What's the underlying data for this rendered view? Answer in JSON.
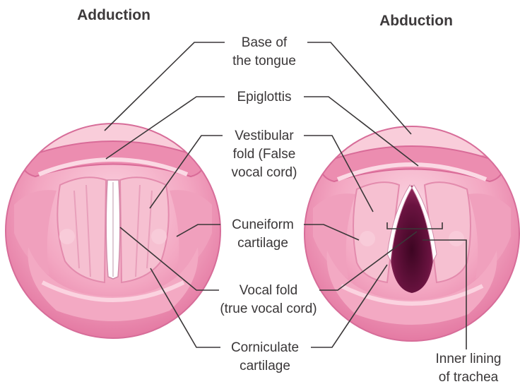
{
  "titles": {
    "left": "Adduction",
    "right": "Abduction"
  },
  "labels": {
    "base_tongue": [
      "Base of",
      "the tongue"
    ],
    "epiglottis": [
      "Epiglottis"
    ],
    "vestibular_fold": [
      "Vestibular",
      "fold (False",
      "vocal cord)"
    ],
    "cuneiform": [
      "Cuneiform",
      "cartilage"
    ],
    "vocal_fold": [
      "Vocal fold",
      "(true vocal cord)"
    ],
    "corniculate": [
      "Corniculate",
      "cartilage"
    ],
    "inner_lining": [
      "Inner lining",
      "of trachea"
    ]
  },
  "colors": {
    "tissue_light": "#f7c3d3",
    "tissue_mid": "#ee8fb0",
    "tissue_dark": "#d9679a",
    "vocal_cord": "#ffffff",
    "trachea_dark": "#5a0c33",
    "text": "#3a3738"
  }
}
